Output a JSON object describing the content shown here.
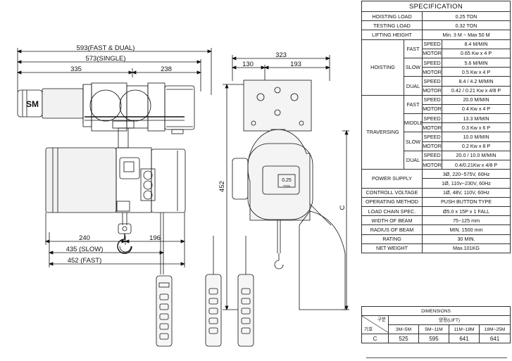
{
  "drawing": {
    "dims": {
      "fast_dual": "593(FAST & DUAL)",
      "single": "573(SINGLE)",
      "left_seg": "335",
      "right_seg": "238",
      "bottom_left": "240",
      "bottom_right": "196",
      "slow": "435 (SLOW)",
      "fast": "452 (FAST)",
      "side_width": "323",
      "side_left": "130",
      "side_right": "193",
      "height": "452",
      "c_label": "C"
    },
    "logo": "SM",
    "nameplate": "0.25",
    "nameplate_unit": "TON"
  },
  "spec": {
    "title": "SPECIFICATION",
    "hoisting_load": {
      "label": "HOISTING LOAD",
      "value": "0.25  TON"
    },
    "testing_load": {
      "label": "TESTING LOAD",
      "value": "0.32  TON"
    },
    "lifting_height": {
      "label": "LIFTING HEIGHT",
      "value": "Min. 3 M ~ Max 50 M"
    },
    "hoisting": {
      "label": "HOISTING",
      "fast": {
        "label": "FAST",
        "speed_label": "SPEED",
        "speed": "8.4  M/MIN",
        "motor_label": "MOTOR",
        "motor": "0.65 Kw x 4 P"
      },
      "slow": {
        "label": "SLOW",
        "speed_label": "SPEED",
        "speed": "5.6  M/MIN",
        "motor_label": "MOTOR",
        "motor": "0.5 Kw x 4 P"
      },
      "dual": {
        "label": "DUAL",
        "speed_label": "SPEED",
        "speed": "8.4 / 4.2  M/MIN",
        "motor_label": "MOTOR",
        "motor": "0.42 / 0.21 Kw x 4/8 P"
      }
    },
    "traversing": {
      "label": "TRAVERSING",
      "fast": {
        "label": "FAST",
        "speed_label": "SPEED",
        "speed": "20.0 M/MIN",
        "motor_label": "MOTOR",
        "motor": "0.4 Kw x 4 P"
      },
      "middle": {
        "label": "MIDDLE",
        "speed_label": "SPEED",
        "speed": "13.3 M/MIN",
        "motor_label": "MOTOR",
        "motor": "0.3 Kw x 6 P"
      },
      "slow": {
        "label": "SLOW",
        "speed_label": "SPEED",
        "speed": "10.0 M/MIN",
        "motor_label": "MOTOR",
        "motor": "0.2 Kw x 8 P"
      },
      "dual": {
        "label": "DUAL",
        "speed_label": "SPEED",
        "speed": "20.0 / 10.0 M/MIN",
        "motor_label": "MOTOR",
        "motor": "0.4/0.21Kw x 4/8 P"
      }
    },
    "power_supply": {
      "label": "POWER SUPPLY",
      "value1": "3Ø, 220~575V, 60Hz",
      "value2": "1Ø, 110v~230V, 60Hz"
    },
    "control_voltage": {
      "label": "CONTROLL VOLTAGE",
      "value": "1Ø, 48V, 110V, 60Hz"
    },
    "operating_method": {
      "label": "OPERATING METHOD",
      "value": "PUSH BUTTON TYPE"
    },
    "load_chain": {
      "label": "LOAD CHAIN SPEC.",
      "value": "Ø5.0 x 15P x 1 FALL"
    },
    "width_of_beam": {
      "label": "WIDTH OF BEAM",
      "value": "75~125 mm"
    },
    "radius_of_beam": {
      "label": "RADIUS OF BEAM",
      "value": "MIN. 1500 mm"
    },
    "rating": {
      "label": "RATING",
      "value": "30 MIN."
    },
    "net_weight": {
      "label": "NET WEIGHT",
      "value": "Max.101KG"
    }
  },
  "dimensions": {
    "title": "DIMENSIONS",
    "corner_top": "구분",
    "corner_bottom": "기호",
    "lift_header": "양정(LIFT)",
    "columns": [
      "3M~5M",
      "5M~11M",
      "11M~18M",
      "18M~25M"
    ],
    "row_symbol": "C",
    "row_values": [
      "525",
      "595",
      "641",
      "641"
    ]
  }
}
